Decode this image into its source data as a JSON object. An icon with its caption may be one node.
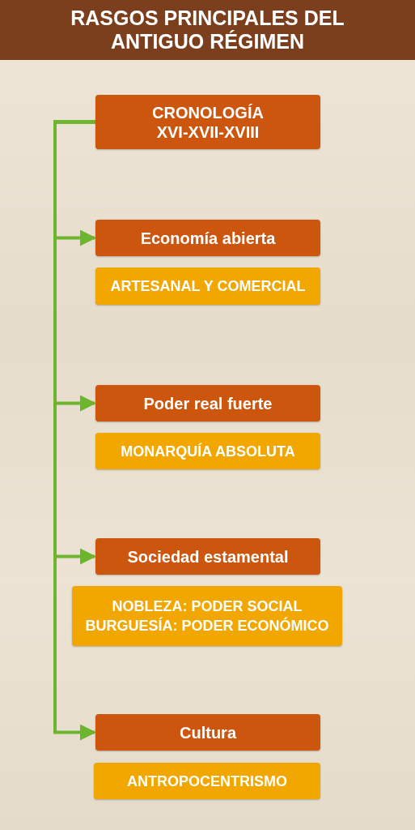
{
  "diagram": {
    "title": "RASGOS PRINCIPALES DEL ANTIGUO RÉGIMEN",
    "nodes": [
      {
        "text": [
          "CRONOLOGÍA",
          "XVI-XVII-XVIII"
        ]
      },
      {
        "text": [
          "Economía abierta"
        ]
      },
      {
        "text": [
          "ARTESANAL Y COMERCIAL"
        ]
      },
      {
        "text": [
          "Poder real fuerte"
        ]
      },
      {
        "text": [
          "MONARQUÍA ABSOLUTA"
        ]
      },
      {
        "text": [
          "Sociedad estamental"
        ]
      },
      {
        "text": [
          "NOBLEZA: PODER SOCIAL",
          "BURGUESÍA: PODER ECONÓMICO"
        ]
      },
      {
        "text": [
          "Cultura"
        ]
      },
      {
        "text": [
          "ANTROPOCENTRISMO"
        ]
      }
    ],
    "edges": [
      {
        "from": 0,
        "to": 1,
        "arrow": "to"
      },
      {
        "from": 0,
        "to": 3,
        "arrow": "to"
      },
      {
        "from": 0,
        "to": 5,
        "arrow": "to"
      },
      {
        "from": 0,
        "to": 7,
        "arrow": "to"
      }
    ]
  }
}
